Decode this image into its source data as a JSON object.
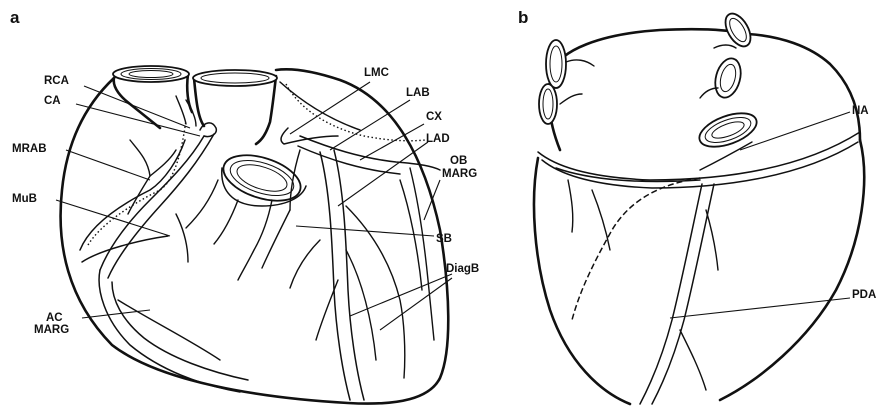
{
  "panels": {
    "a": "a",
    "b": "b"
  },
  "labels": {
    "rca": "RCA",
    "ca": "CA",
    "mrab": "MRAB",
    "mub": "MuB",
    "ac_marg": [
      "AC",
      "MARG"
    ],
    "lmc": "LMC",
    "lab": "LAB",
    "cx": "CX",
    "lad": "LAD",
    "ob_marg": [
      "OB",
      "MARG"
    ],
    "sb": "SB",
    "diagb": "DiagB",
    "na": "NA",
    "pda": "PDA"
  }
}
